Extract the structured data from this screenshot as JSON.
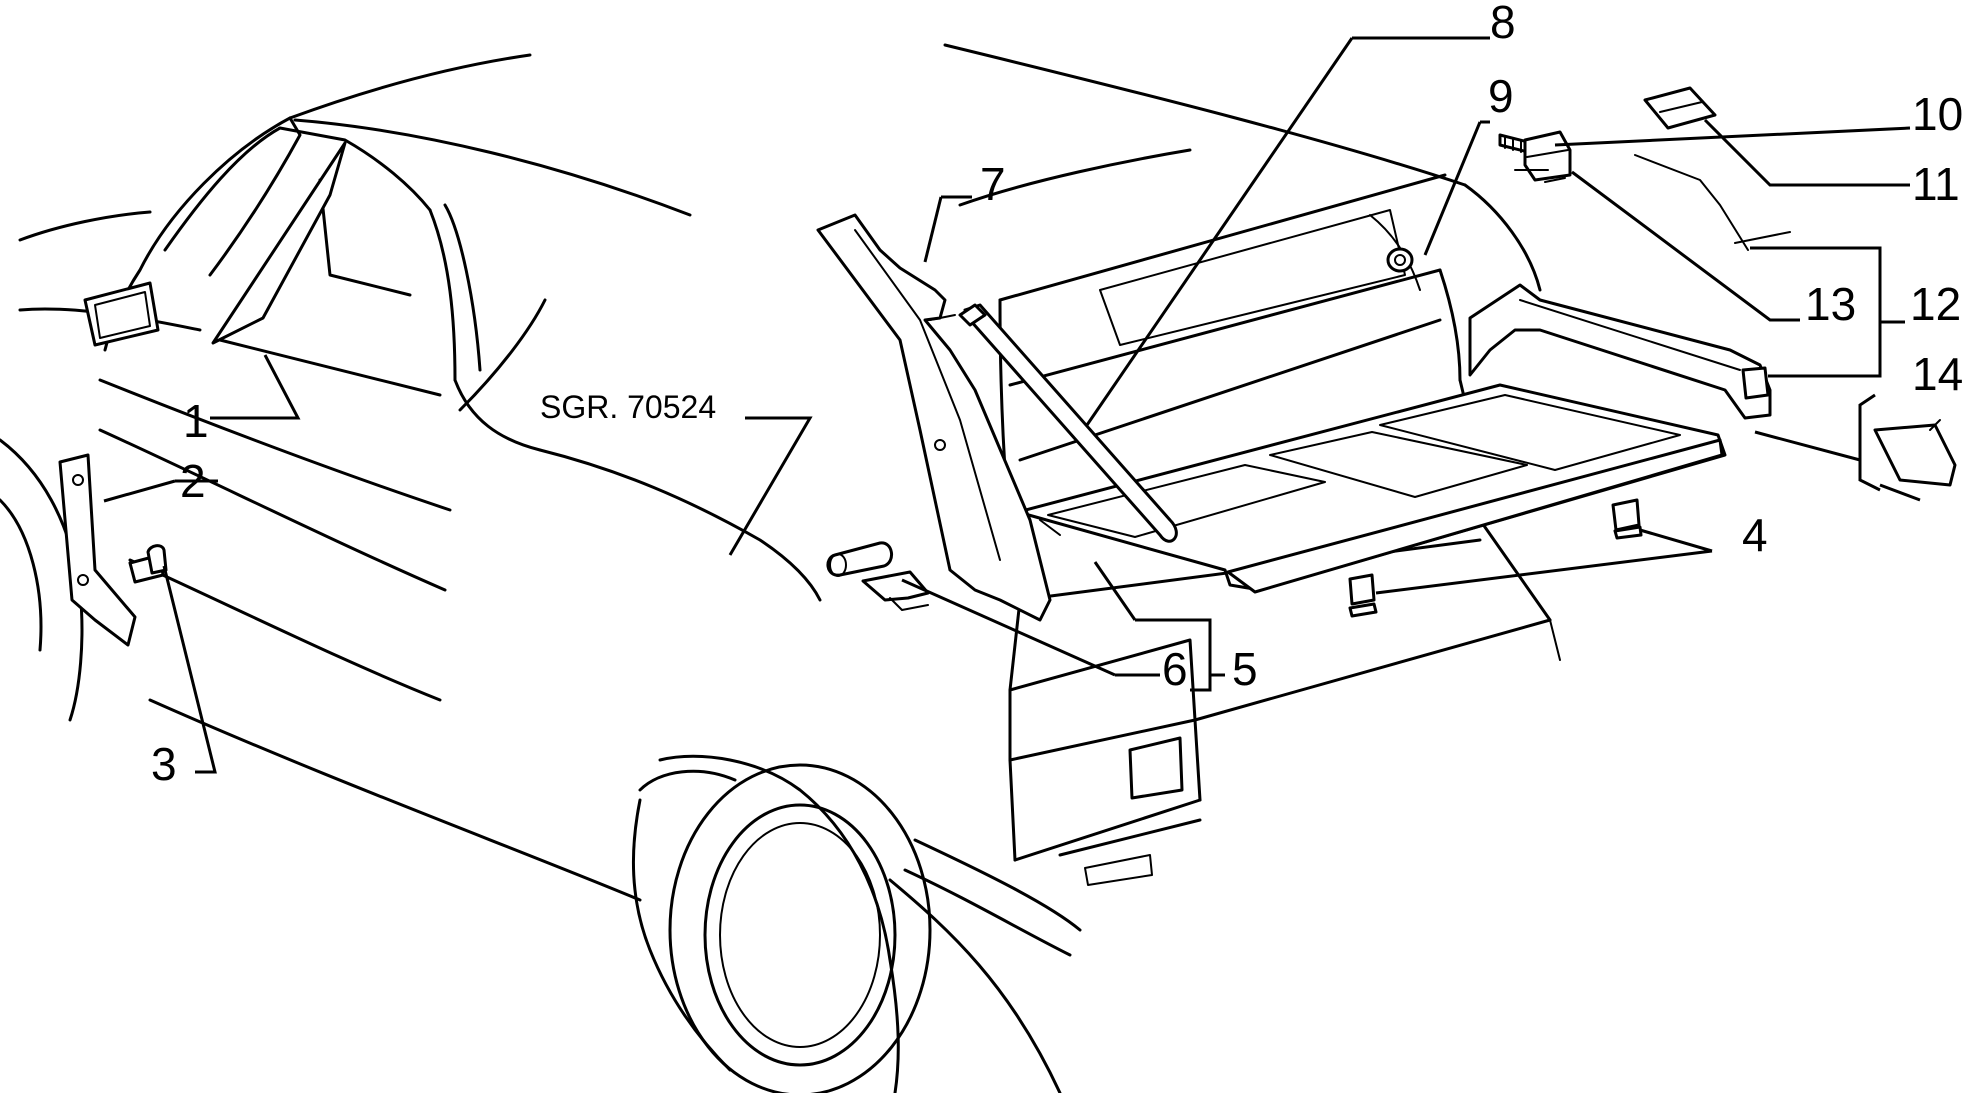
{
  "diagram": {
    "reference": "SGR. 70524",
    "callouts": [
      {
        "id": "c1",
        "label": "1"
      },
      {
        "id": "c2",
        "label": "2"
      },
      {
        "id": "c3",
        "label": "3"
      },
      {
        "id": "c4",
        "label": "4"
      },
      {
        "id": "c5",
        "label": "5"
      },
      {
        "id": "c6",
        "label": "6"
      },
      {
        "id": "c7",
        "label": "7"
      },
      {
        "id": "c8",
        "label": "8"
      },
      {
        "id": "c9",
        "label": "9"
      },
      {
        "id": "c10",
        "label": "10"
      },
      {
        "id": "c11",
        "label": "11"
      },
      {
        "id": "c12",
        "label": "12"
      },
      {
        "id": "c13",
        "label": "13"
      },
      {
        "id": "c14",
        "label": "14"
      }
    ]
  }
}
